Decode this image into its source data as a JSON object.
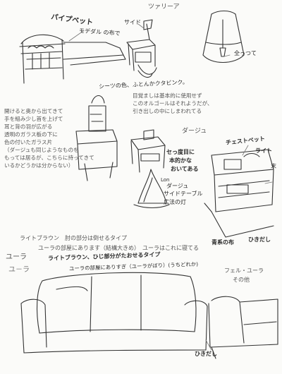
{
  "sections": {
    "tsuria": {
      "title": "ツァリーア",
      "labels": {
        "pipe_bed": "パイプベット",
        "model": "モデダル の布で",
        "side": "サイド",
        "lamp": "全っつて",
        "sheets": "シーツの色、ふとんかクタビンク。"
      },
      "music_box_note": [
        "目覚ましは基本的に使用せず",
        "このオルゴールはそれようだが、",
        "引き出しの中にしまわれてる"
      ],
      "glass_note": [
        "開けると奥から出てきて",
        "手を組み少し首を上げて",
        "耳と背の羽が広がる",
        "透明のガラス板の下に",
        "色の付いたガラス片",
        "（ダージュも同じようなものを",
        "もっては居るが、こちらに持ってきて",
        "いるかどうかは分からない）"
      ]
    },
    "dage": {
      "title": "ダージュ",
      "labels": {
        "chest_bed": "チェストベット",
        "light": "ライト",
        "drawer_note_1": "セっ度目に",
        "drawer_note_2": "本的かな",
        "drawer_note_3": "おいてある",
        "lamp_note_1": "ダージュ",
        "lamp_note_2": "サイドテーブル",
        "lamp_note_3": "広法の灯",
        "small_label": "Lon",
        "side_mark": "末",
        "blue_cloth": "青系の布",
        "drawer": "ひきだし"
      }
    },
    "yura": {
      "title": "ユーラ",
      "title_alt": "ユ－ラ",
      "typed_1": "ライトブラウン　肘の部分は倒せるタイプ",
      "typed_2": "ユーラの部屋にあります（結構大きめ）　ユーラはこれに寝てる",
      "hand_1": "ライトブラウン、ひじ部分がたおせるタイプ",
      "hand_2": "ユーラの部屋にありすぎ（ユーラがぼり）(うちどれか)"
    },
    "feru": {
      "title": "フェル・ユーラ",
      "subtitle": "その他",
      "drawer": "ひきだし"
    }
  }
}
